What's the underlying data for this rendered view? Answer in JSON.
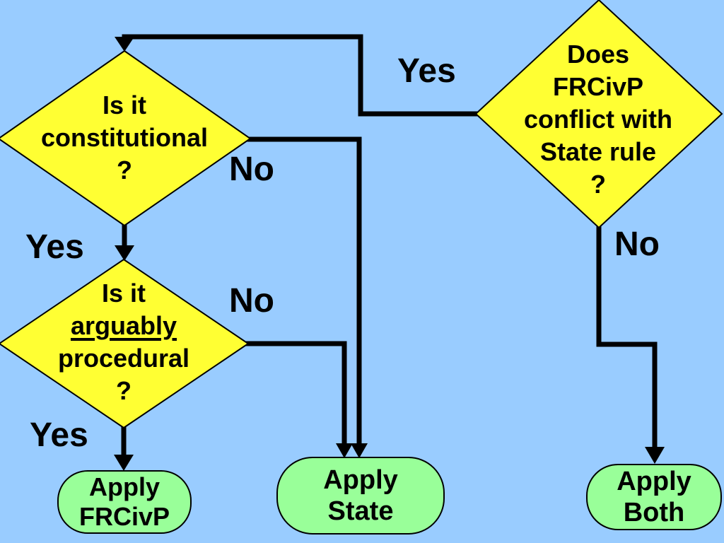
{
  "colors": {
    "background": "#99CCFF",
    "decision_fill": "#FFFF33",
    "terminal_fill": "#99FF99",
    "line": "#000000",
    "text": "#000000"
  },
  "nodes": {
    "conflict": {
      "type": "decision",
      "lines": [
        "Does",
        "FRCivP",
        "conflict with",
        "State rule",
        "?"
      ]
    },
    "constitutional": {
      "type": "decision",
      "lines": [
        "Is it",
        "constitutional",
        "?"
      ]
    },
    "procedural": {
      "type": "decision",
      "lines": [
        "Is it",
        "arguably",
        "procedural",
        "?"
      ],
      "underlined_word": "arguably"
    },
    "apply_frcivp": {
      "type": "terminal",
      "lines": [
        "Apply",
        "FRCivP"
      ]
    },
    "apply_state": {
      "type": "terminal",
      "lines": [
        "Apply",
        "State"
      ]
    },
    "apply_both": {
      "type": "terminal",
      "lines": [
        "Apply",
        "Both"
      ]
    }
  },
  "edge_labels": {
    "conflict_yes": "Yes",
    "conflict_no": "No",
    "constitutional_yes": "Yes",
    "constitutional_no": "No",
    "procedural_yes": "Yes",
    "procedural_no": "No"
  }
}
